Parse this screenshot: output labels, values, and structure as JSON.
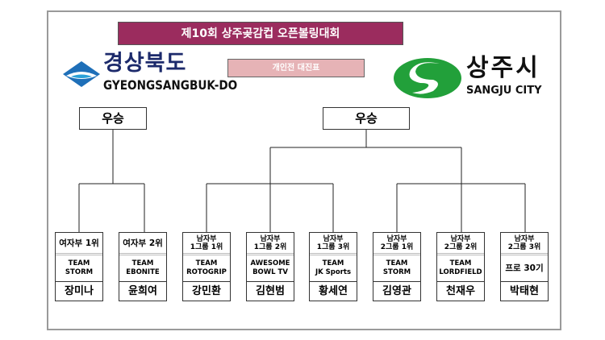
{
  "title": "제10회 상주곶감컵 오픈볼링대회",
  "subtitle": "개인전 대진표",
  "logo_left": {
    "ko": "경상북도",
    "en": "GYEONGSANGBUK-DO"
  },
  "logo_right": {
    "ko": "상주시",
    "en": "SANGJU CITY"
  },
  "winner_left": "우승",
  "winner_right": "우승",
  "players": [
    {
      "division": "여자부 1위",
      "team": "TEAM\nSTORM",
      "name": "장미나"
    },
    {
      "division": "여자부 2위",
      "team": "TEAM\nEBONITE",
      "name": "윤희여"
    },
    {
      "division": "남자부\n1그룹 1위",
      "team": "TEAM\nROTOGRIP",
      "name": "강민환"
    },
    {
      "division": "남자부\n1그룹 2위",
      "team": "AWESOME\nBOWL TV",
      "name": "김현범"
    },
    {
      "division": "남자부\n1그룹 3위",
      "team": "TEAM\nJK Sports",
      "name": "황세연"
    },
    {
      "division": "남자부\n2그룹 1위",
      "team": "TEAM\nSTORM",
      "name": "김영관"
    },
    {
      "division": "남자부\n2그룹 2위",
      "team": "TEAM\nLORDFIELD",
      "name": "천재우"
    },
    {
      "division": "남자부\n2그룹 3위",
      "team": "프로 30기",
      "name": "박태현"
    }
  ]
}
